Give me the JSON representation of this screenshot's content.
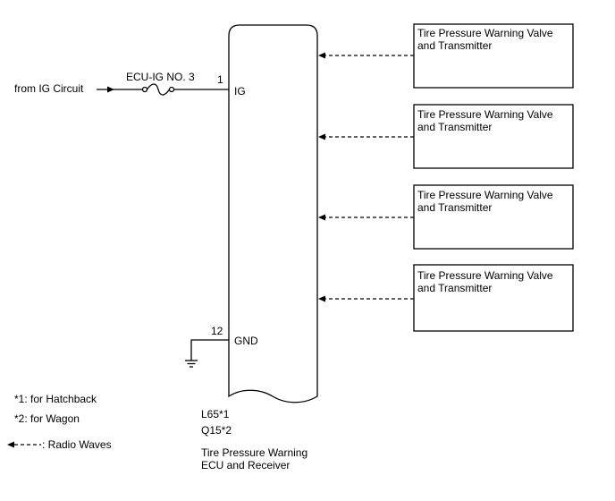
{
  "input": {
    "source_label": "from IG Circuit",
    "fuse_label": "ECU-IG NO. 3"
  },
  "ecu": {
    "pins": [
      {
        "number": "1",
        "name": "IG"
      },
      {
        "number": "12",
        "name": "GND"
      }
    ],
    "connector_codes": [
      "L65*1",
      "Q15*2"
    ],
    "name_lines": [
      "Tire Pressure Warning",
      "ECU and Receiver"
    ]
  },
  "transmitters": [
    {
      "line1": "Tire Pressure Warning Valve",
      "line2": "and Transmitter"
    },
    {
      "line1": "Tire Pressure Warning Valve",
      "line2": "and Transmitter"
    },
    {
      "line1": "Tire Pressure Warning Valve",
      "line2": "and Transmitter"
    },
    {
      "line1": "Tire Pressure Warning Valve",
      "line2": "and Transmitter"
    }
  ],
  "notes": [
    "*1: for Hatchback",
    "*2: for Wagon"
  ],
  "legend": {
    "radio_waves": ": Radio Waves"
  }
}
